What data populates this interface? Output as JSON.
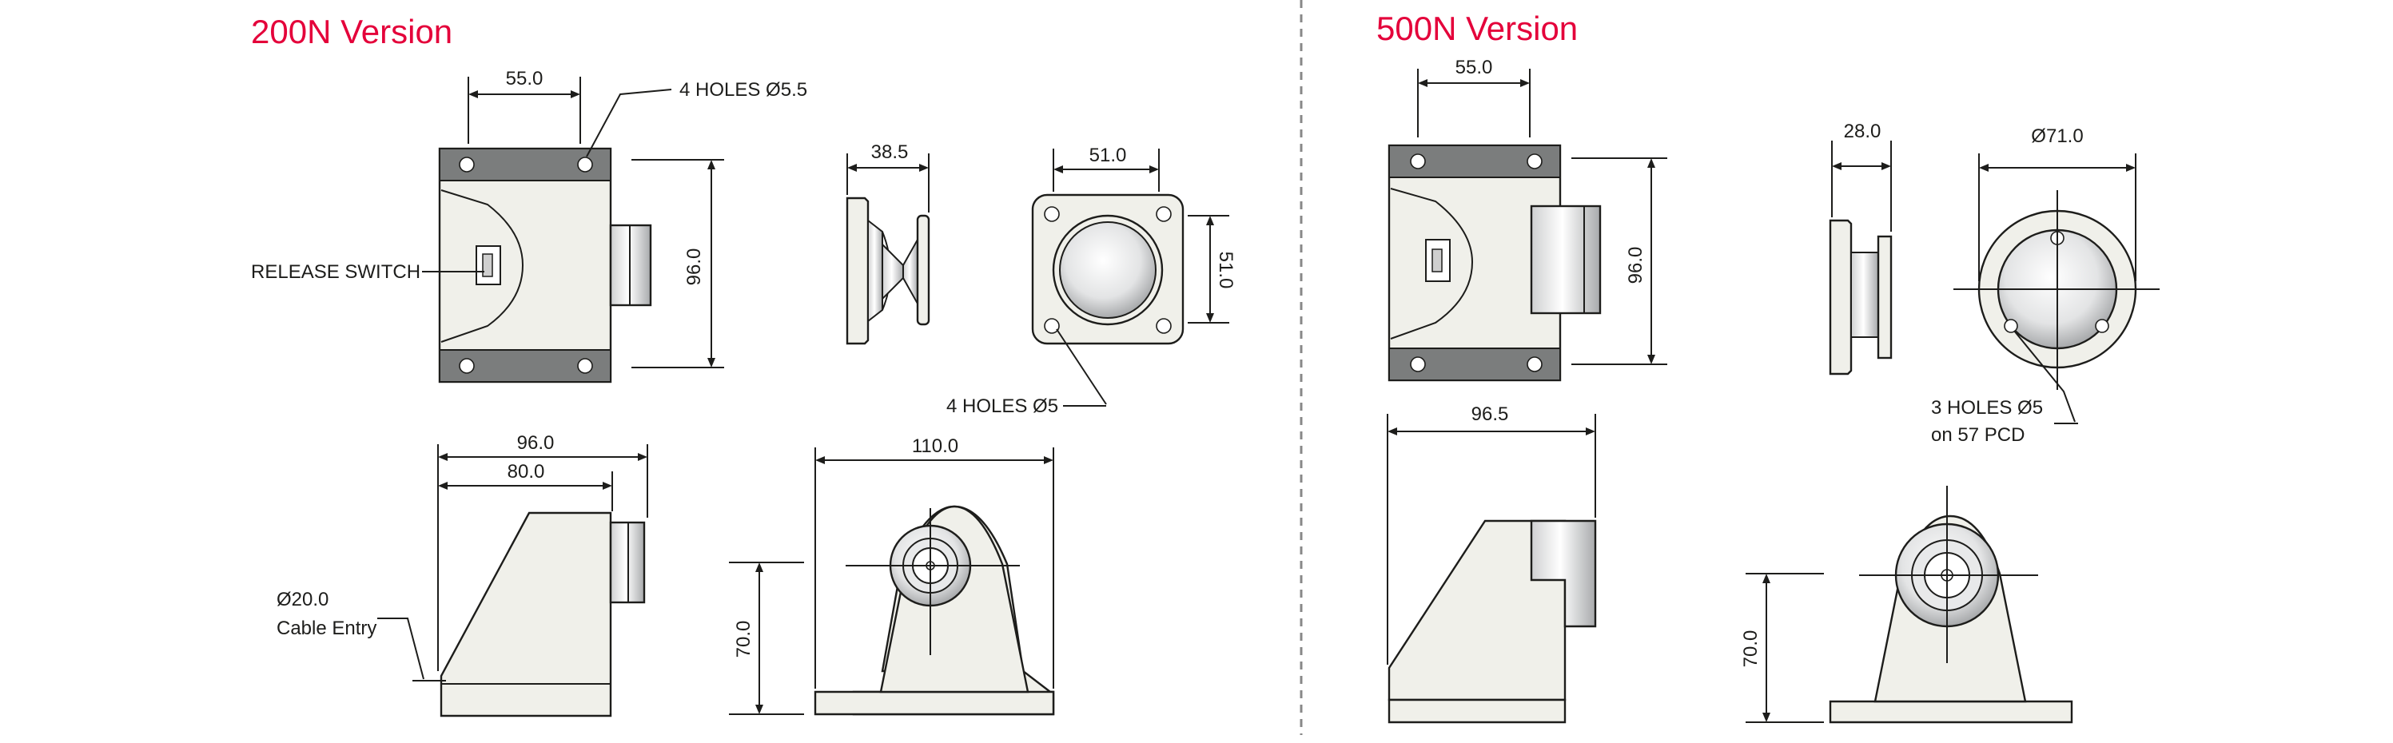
{
  "colors": {
    "accent": "#e4003a",
    "ink": "#1d1d1b",
    "body_fill": "#f0f0ea",
    "band": "#7b7d7d"
  },
  "left": {
    "title": "200N Version",
    "dims": {
      "top_width": "55.0",
      "height": "96.0",
      "mag_width": "38.5",
      "plate_width": "51.0",
      "plate_height": "51.0",
      "side_total": "96.0",
      "side_body": "80.0",
      "front_width": "110.0",
      "front_height": "70.0"
    },
    "labels": {
      "holes_top": "4 HOLES Ø5.5",
      "release_switch": "RELEASE SWITCH",
      "holes_plate": "4 HOLES Ø5",
      "cable_dia": "Ø20.0",
      "cable_entry": "Cable Entry"
    }
  },
  "right": {
    "title": "500N Version",
    "dims": {
      "top_width": "55.0",
      "height": "96.0",
      "mag_width": "28.0",
      "disc_dia": "Ø71.0",
      "side_total": "96.5",
      "front_height": "70.0"
    },
    "labels": {
      "holes_line1": "3 HOLES Ø5",
      "holes_line2": "on 57 PCD"
    }
  }
}
